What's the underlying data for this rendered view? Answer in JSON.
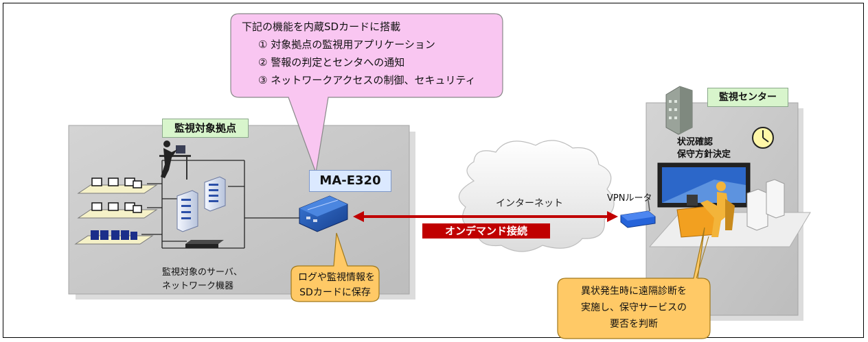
{
  "top_callout": {
    "heading": "下記の機能を内蔵SDカードに搭載",
    "items": [
      "① 対象拠点の監視用アプリケーション",
      "② 警報の判定とセンタへの通知",
      "③ ネットワークアクセスの制御、セキュリティ"
    ]
  },
  "site": {
    "title": "監視対象拠点",
    "device_label_line1": "監視対象のサーバ、",
    "device_label_line2": "ネットワーク機器"
  },
  "device": {
    "name": "MA-E320"
  },
  "log_callout": {
    "line1": "ログや監視情報を",
    "line2": "SDカードに保存"
  },
  "internet": {
    "label": "インターネット"
  },
  "connection": {
    "label": "オンデマンド接続"
  },
  "router": {
    "label": "VPNルータ"
  },
  "center": {
    "title": "監視センター",
    "status_line1": "状況確認",
    "status_line2": "保守方針決定"
  },
  "center_callout": {
    "line1": "異状発生時に遠隔診断を",
    "line2": "実施し、保守サービスの",
    "line3": "要否を判断"
  },
  "colors": {
    "panel": "#c9c9c9",
    "pink_callout": "#f9c6f1",
    "orange_callout": "#ffc966",
    "label_green": "#d8f5cc",
    "red_arrow": "#c00000",
    "ma_label": "#dbe9ff"
  }
}
